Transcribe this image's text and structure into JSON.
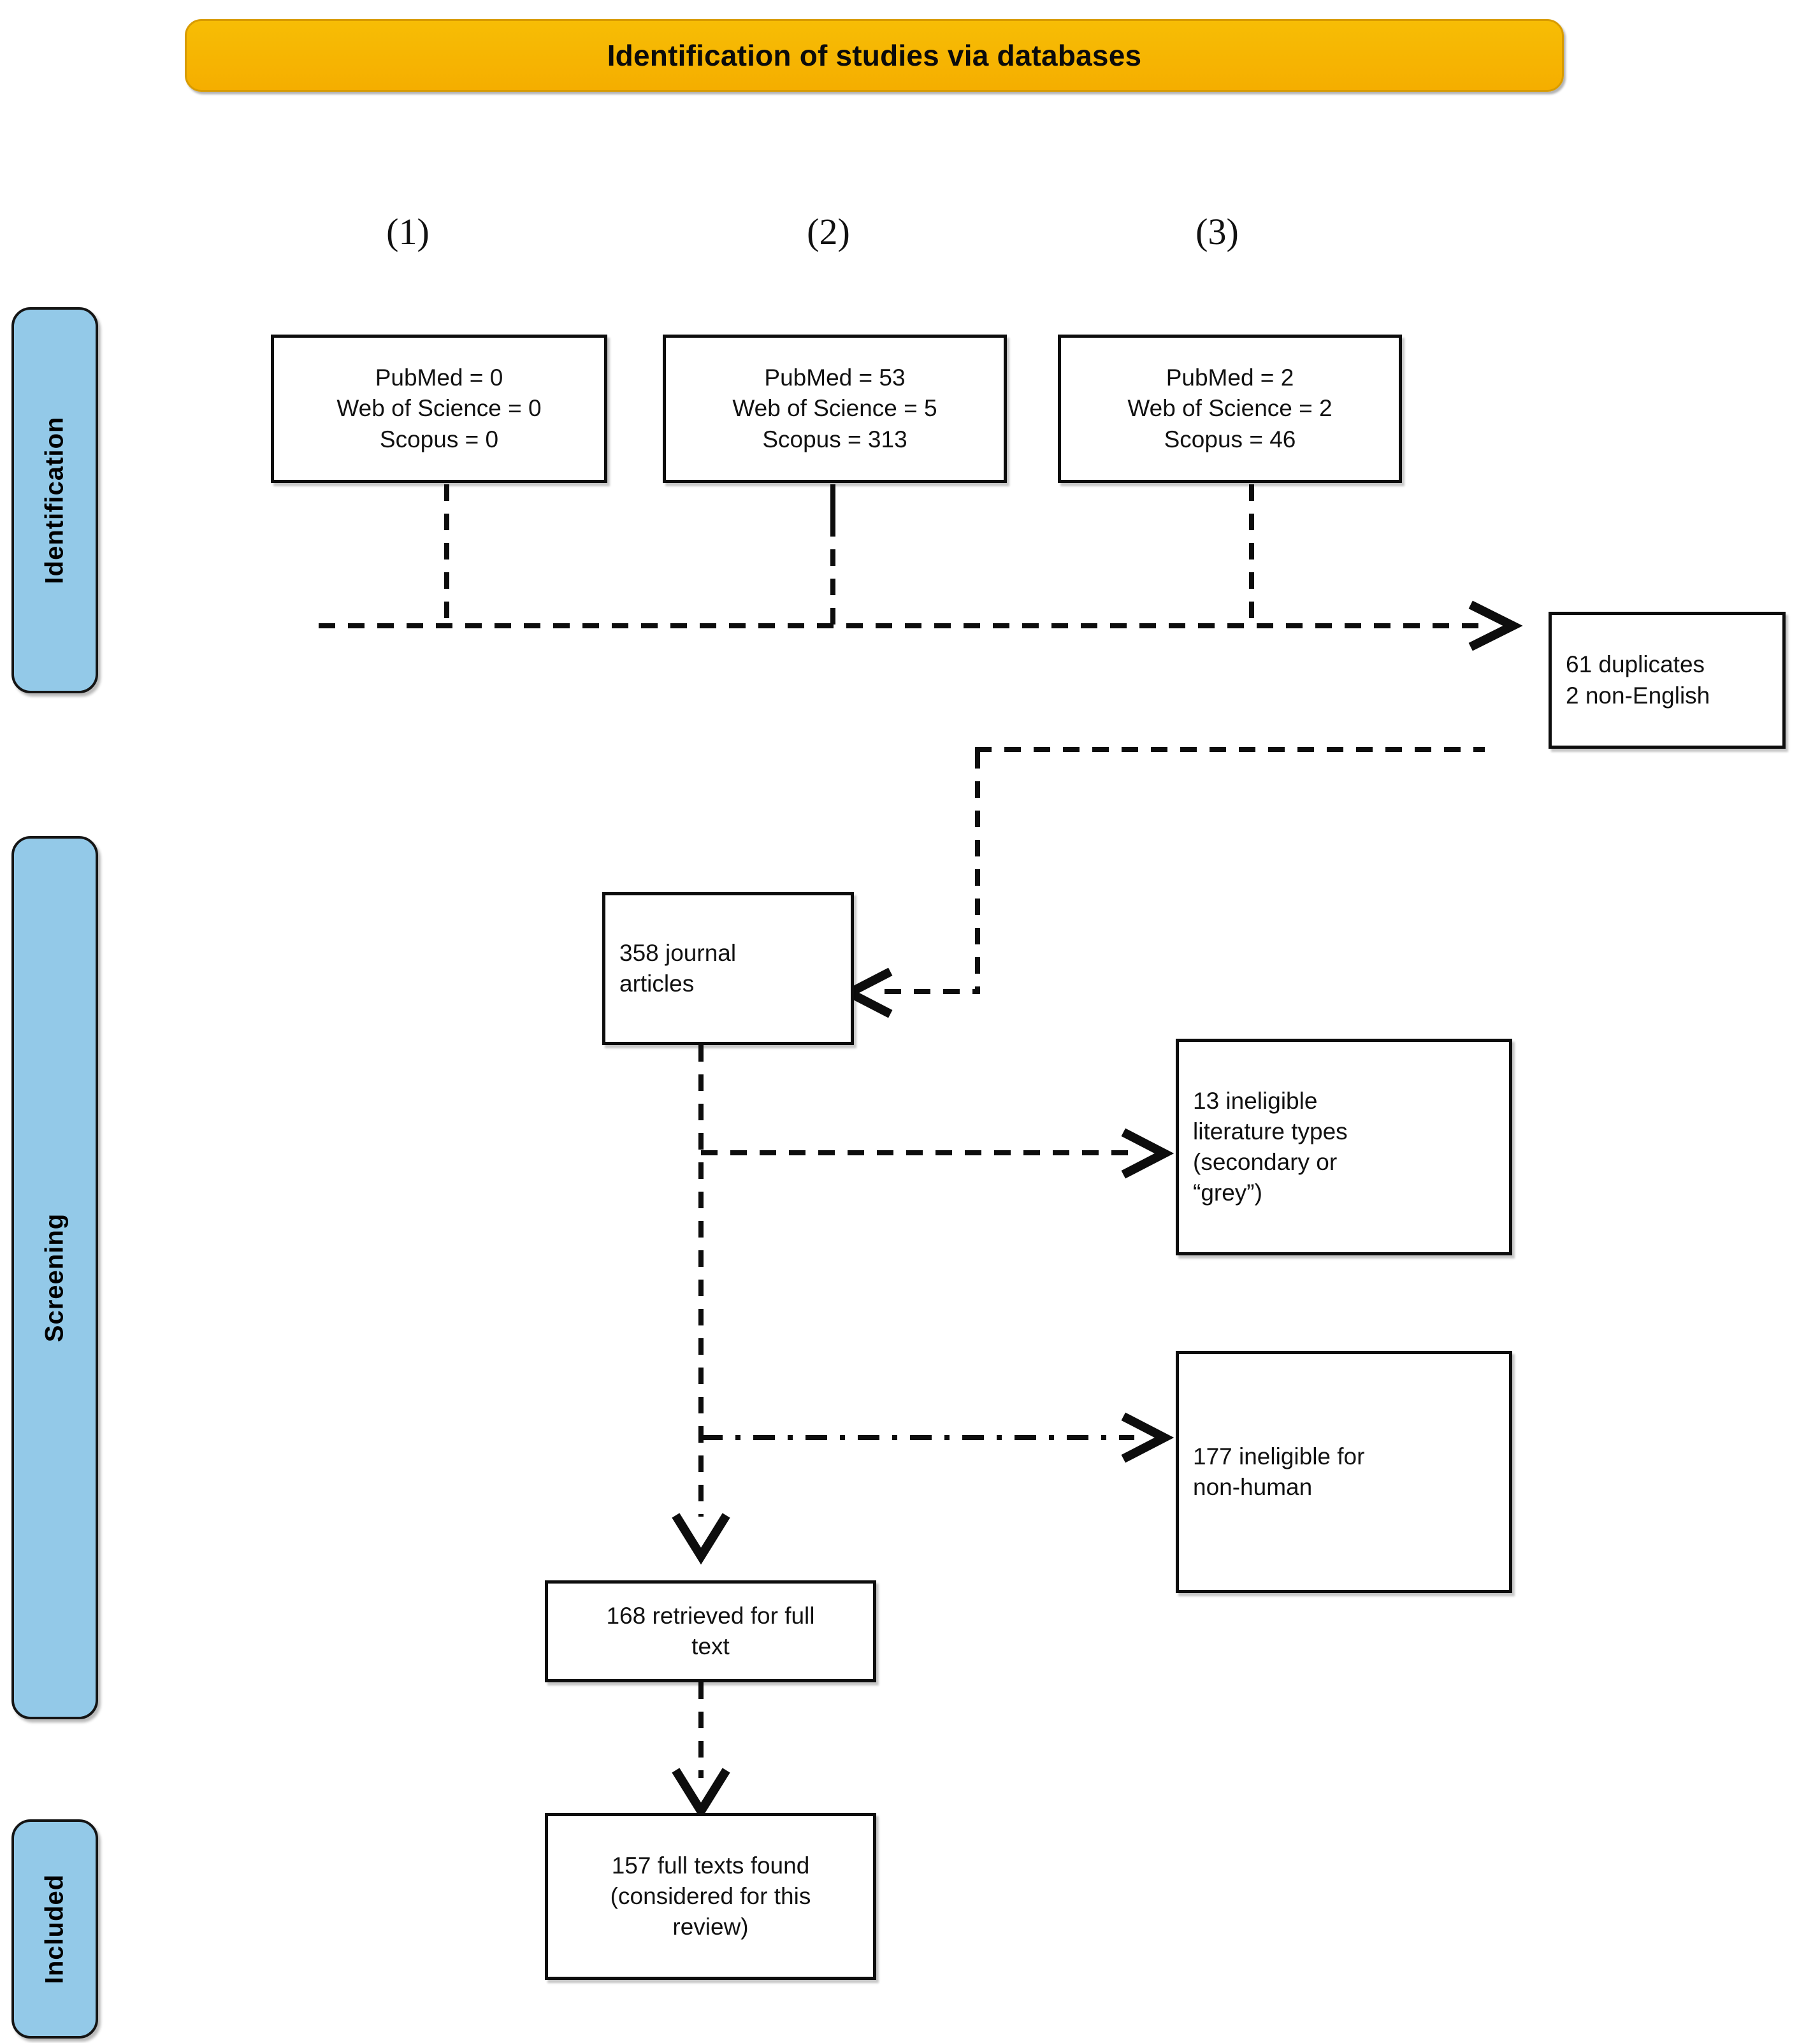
{
  "diagram": {
    "title": "Identification of studies via databases",
    "stage_labels": [
      {
        "name": "identification",
        "text": "Identification"
      },
      {
        "name": "screening",
        "text": "Screening"
      },
      {
        "name": "included",
        "text": "Included"
      }
    ],
    "group_numbers": [
      "(1)",
      "(2)",
      "(3)"
    ],
    "source_boxes": [
      {
        "group": "(1)",
        "lines": [
          "PubMed = 0",
          "Web of Science = 0",
          "Scopus = 0"
        ],
        "text": "PubMed = 0\nWeb of Science = 0\nScopus = 0",
        "databases": [
          {
            "name": "PubMed",
            "count": 0
          },
          {
            "name": "Web of Science",
            "count": 0
          },
          {
            "name": "Scopus",
            "count": 0
          }
        ]
      },
      {
        "group": "(2)",
        "lines": [
          "PubMed = 53",
          "Web of Science = 5",
          "Scopus = 313"
        ],
        "text": "PubMed = 53\nWeb of Science = 5\nScopus = 313",
        "databases": [
          {
            "name": "PubMed",
            "count": 53
          },
          {
            "name": "Web of Science",
            "count": 5
          },
          {
            "name": "Scopus",
            "count": 313
          }
        ]
      },
      {
        "group": "(3)",
        "lines": [
          "PubMed = 2",
          "Web of Science = 2",
          "Scopus = 46"
        ],
        "text": "PubMed = 2\nWeb of Science = 2\nScopus = 46",
        "databases": [
          {
            "name": "PubMed",
            "count": 2
          },
          {
            "name": "Web of Science",
            "count": 2
          },
          {
            "name": "Scopus",
            "count": 46
          }
        ]
      }
    ],
    "excluded_duplicates": {
      "text": "61 duplicates\n2 non-English",
      "lines": [
        "61 duplicates",
        "2 non-English"
      ],
      "duplicates": 61,
      "non_english": 2
    },
    "journal_articles": {
      "text": "358 journal\narticles",
      "count": 358
    },
    "excluded_literature_types": {
      "text": "13 ineligible\nliterature types\n(secondary or\n“grey”)",
      "count": 13
    },
    "excluded_non_human": {
      "text": "177 ineligible for\nnon-human",
      "count": 177
    },
    "retrieved_full_text": {
      "text": "168 retrieved for full\ntext",
      "count": 168
    },
    "included_full_texts": {
      "text": "157 full texts found\n(considered for this\nreview)",
      "count": 157
    },
    "colors": {
      "banner_fill": "#F5B700",
      "banner_border": "#D89B00",
      "stage_label_fill": "#93C9E8",
      "box_border": "#0D0D0D",
      "connector": "#0D0D0D",
      "text": "#111111"
    }
  }
}
